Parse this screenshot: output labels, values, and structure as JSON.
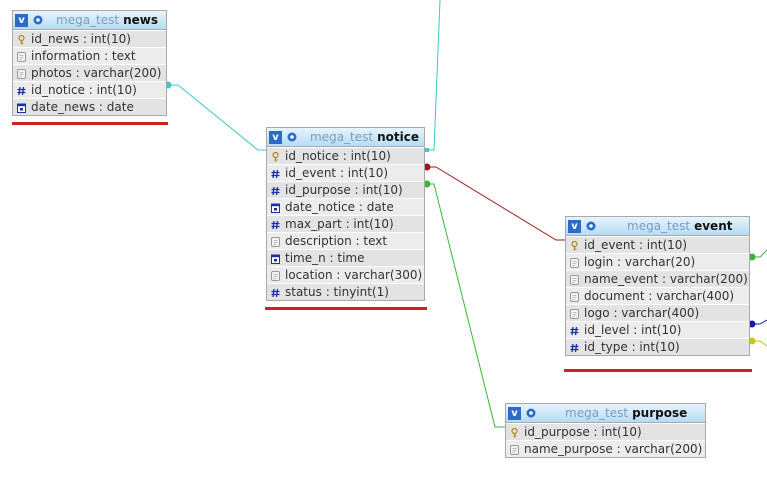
{
  "database": "mega_test",
  "colors": {
    "header_top": "#e8f4fc",
    "header_bottom": "#b6dcf3",
    "row_bg": "#e7e7e7",
    "underline": "#d22020",
    "link_cyan": "#3cc8c8",
    "link_red": "#a01818",
    "link_green": "#3cb43c",
    "link_blue": "#1818b4",
    "link_yellow": "#c8c818"
  },
  "icons": {
    "header_toggle": "v-toggle-icon",
    "header_options": "gear-icon",
    "primary_key": "key-icon",
    "numeric": "hash-icon",
    "text": "text-field-icon",
    "date": "date-field-icon"
  },
  "tables": {
    "news": {
      "db": "mega_test",
      "name": "news",
      "fields": [
        {
          "label": "id_news : int(10)",
          "icon": "key-icon"
        },
        {
          "label": "information : text",
          "icon": "text-field-icon"
        },
        {
          "label": "photos : varchar(200)",
          "icon": "text-field-icon"
        },
        {
          "label": "id_notice : int(10)",
          "icon": "hash-icon"
        },
        {
          "label": "date_news : date",
          "icon": "date-field-icon"
        }
      ]
    },
    "notice": {
      "db": "mega_test",
      "name": "notice",
      "fields": [
        {
          "label": "id_notice : int(10)",
          "icon": "key-icon"
        },
        {
          "label": "id_event : int(10)",
          "icon": "hash-icon"
        },
        {
          "label": "id_purpose : int(10)",
          "icon": "hash-icon"
        },
        {
          "label": "date_notice : date",
          "icon": "date-field-icon"
        },
        {
          "label": "max_part : int(10)",
          "icon": "hash-icon"
        },
        {
          "label": "description : text",
          "icon": "text-field-icon"
        },
        {
          "label": "time_n : time",
          "icon": "date-field-icon"
        },
        {
          "label": "location : varchar(300)",
          "icon": "text-field-icon"
        },
        {
          "label": "status : tinyint(1)",
          "icon": "hash-icon"
        }
      ]
    },
    "event": {
      "db": "mega_test",
      "name": "event",
      "fields": [
        {
          "label": "id_event : int(10)",
          "icon": "key-icon"
        },
        {
          "label": "login : varchar(20)",
          "icon": "text-field-icon"
        },
        {
          "label": "name_event : varchar(200)",
          "icon": "text-field-icon"
        },
        {
          "label": "document : varchar(400)",
          "icon": "text-field-icon"
        },
        {
          "label": "logo : varchar(400)",
          "icon": "text-field-icon"
        },
        {
          "label": "id_level : int(10)",
          "icon": "hash-icon"
        },
        {
          "label": "id_type : int(10)",
          "icon": "hash-icon"
        }
      ]
    },
    "purpose": {
      "db": "mega_test",
      "name": "purpose",
      "fields": [
        {
          "label": "id_purpose : int(10)",
          "icon": "key-icon"
        },
        {
          "label": "name_purpose : varchar(200)",
          "icon": "text-field-icon"
        }
      ]
    }
  },
  "relations": [
    {
      "from": "news.id_notice",
      "to": "notice.id_notice",
      "color": "#3cc8c8"
    },
    {
      "from": "notice.id_event",
      "to": "event.id_event",
      "color": "#a01818"
    },
    {
      "from": "notice.id_purpose",
      "to": "purpose.id_purpose",
      "color": "#3cb43c"
    }
  ]
}
